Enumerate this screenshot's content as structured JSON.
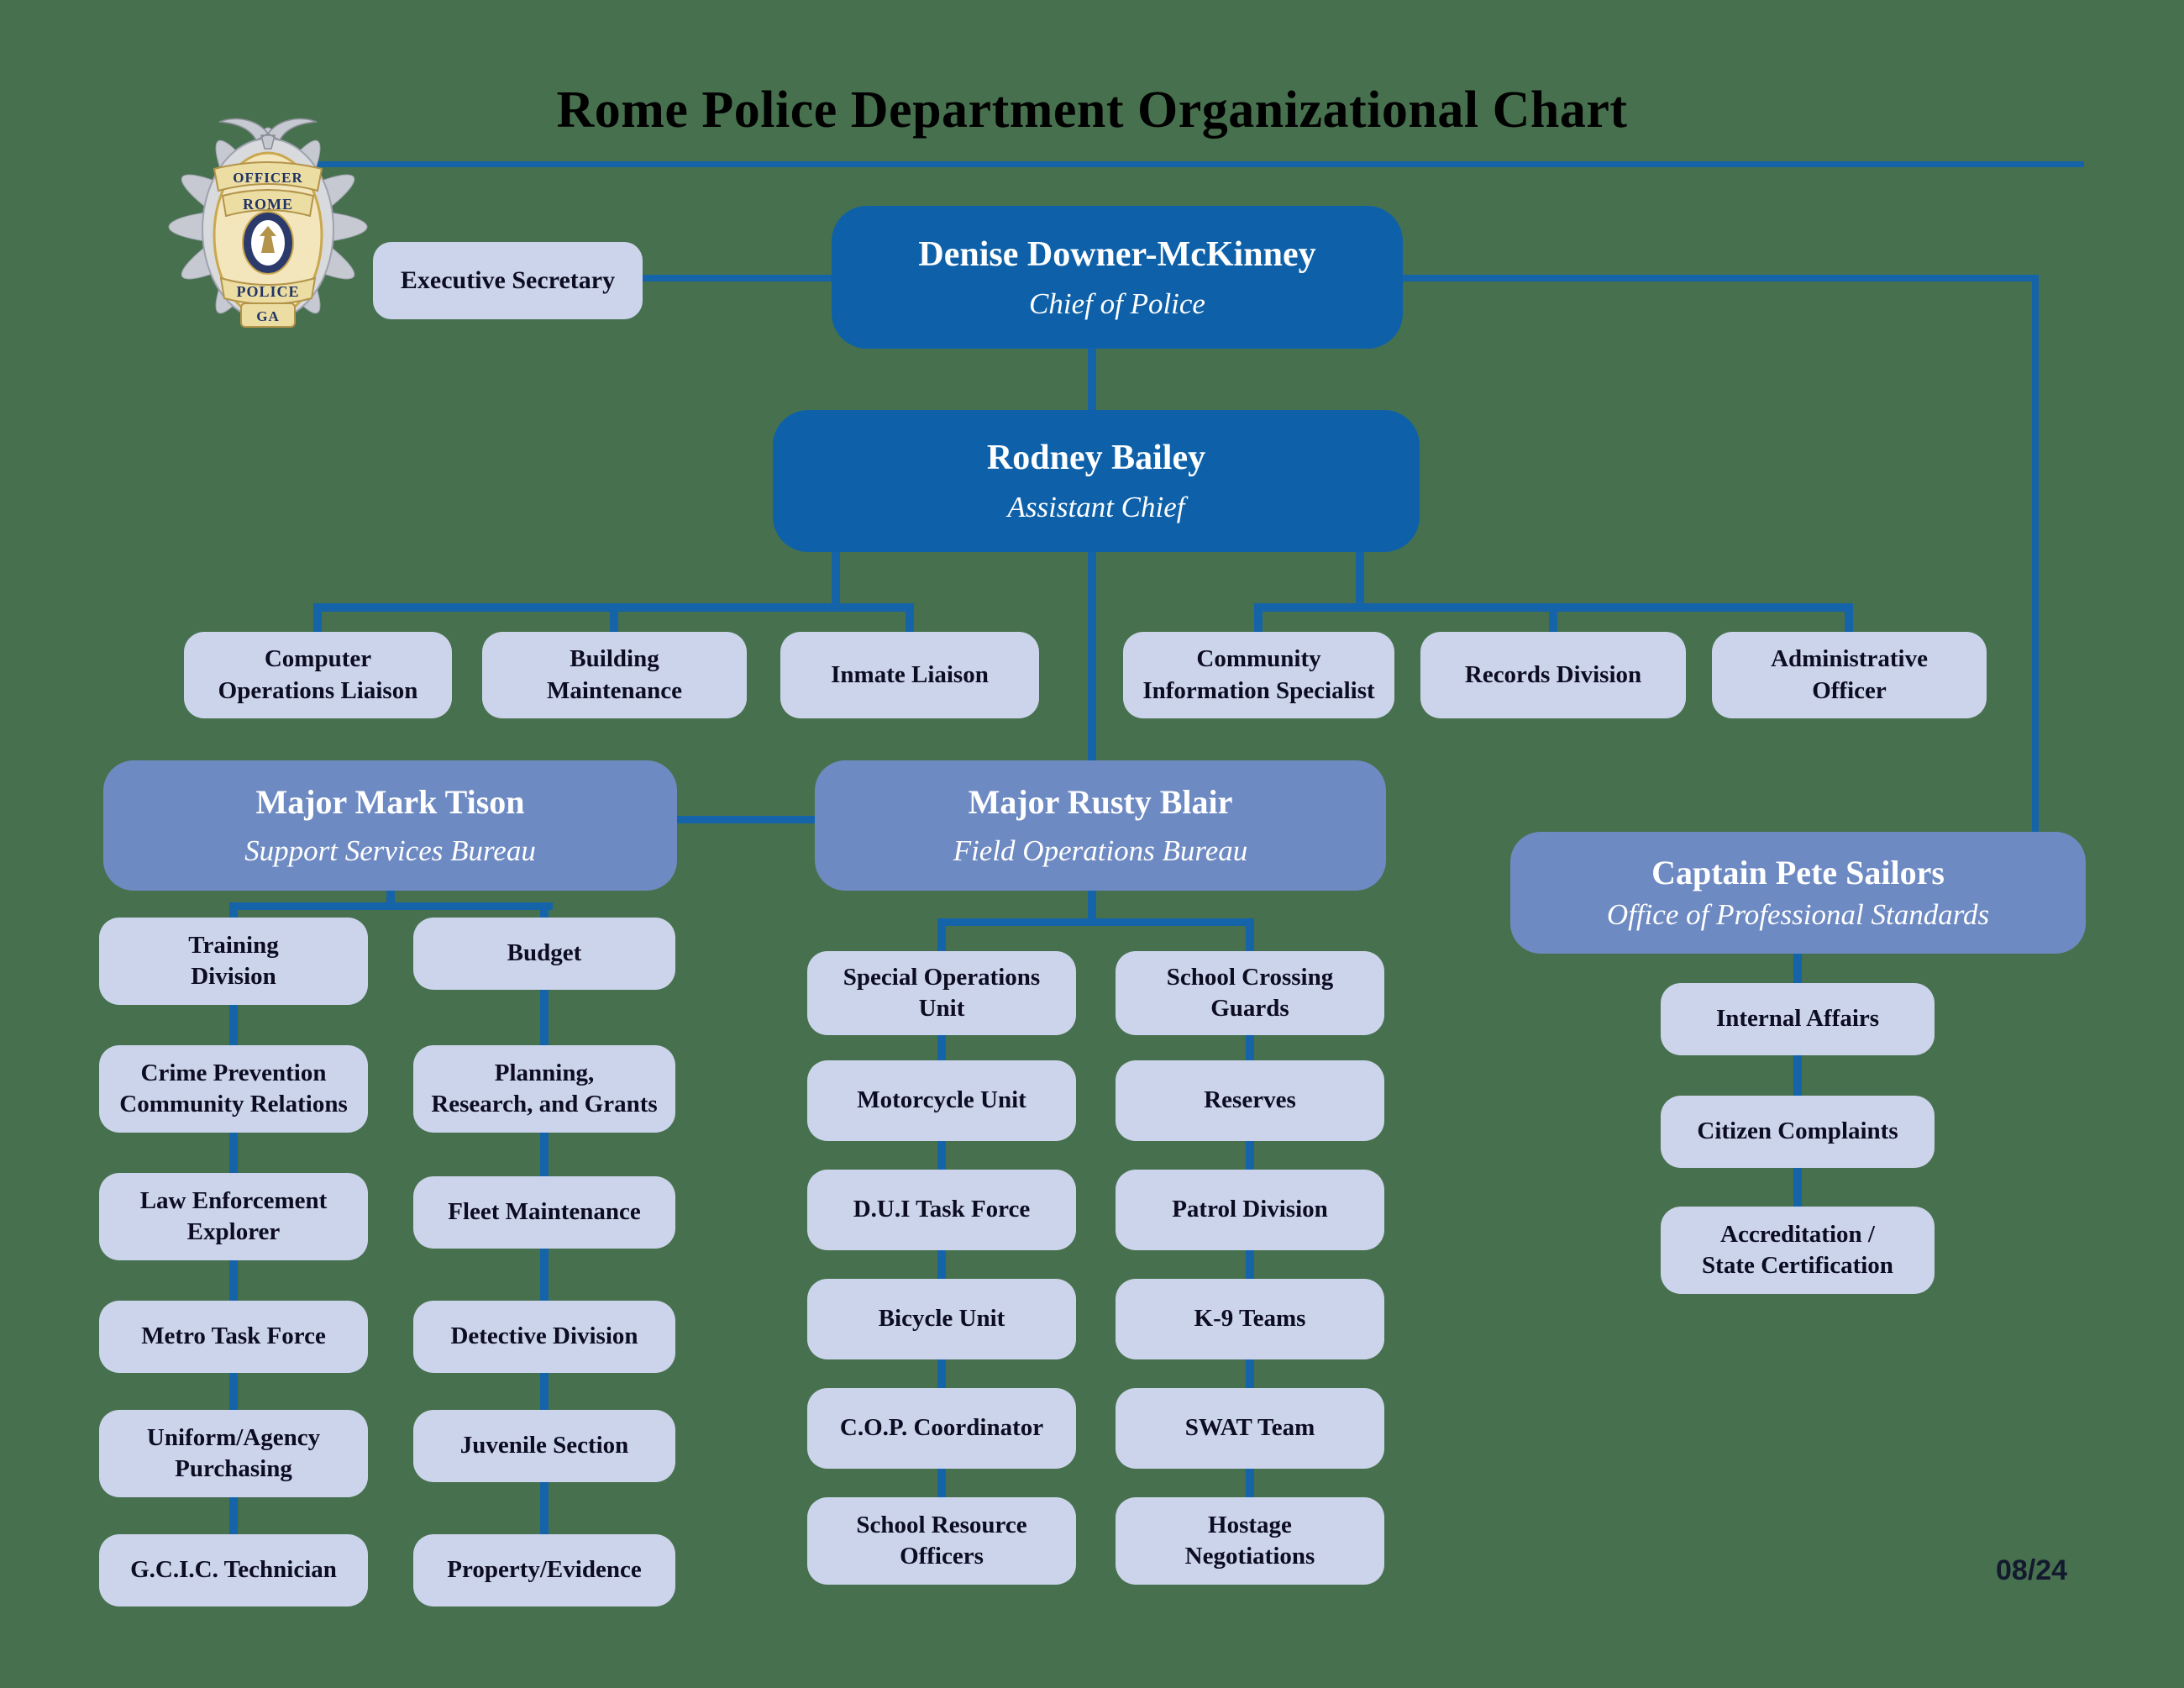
{
  "title": "Rome Police Department Organizational Chart",
  "footer": {
    "date": "08/24"
  },
  "badge": {
    "banner_top": "OFFICER",
    "banner_rome": "ROME",
    "banner_police": "POLICE",
    "banner_ga": "GA"
  },
  "colors": {
    "background": "#47714e",
    "connector": "#1563a8",
    "box_dark_blue": "#0e61a9",
    "box_medium_blue": "#6e8ac3",
    "box_light": "#ccd4eb",
    "text_navy": "#0c0c22",
    "title_color": "#000000"
  },
  "leaders": {
    "chief": {
      "name": "Denise Downer-McKinney",
      "role": "Chief of Police"
    },
    "assistant_chief": {
      "name": "Rodney Bailey",
      "role": "Assistant Chief"
    },
    "support_major": {
      "name": "Major Mark Tison",
      "role": "Support Services Bureau"
    },
    "field_major": {
      "name": "Major Rusty Blair",
      "role": "Field Operations Bureau"
    },
    "standards_captain": {
      "name": "Captain Pete Sailors",
      "role": "Office of Professional Standards"
    }
  },
  "staff": {
    "executive_secretary": "Executive Secretary",
    "row": [
      "Computer\nOperations Liaison",
      "Building\nMaintenance",
      "Inmate Liaison",
      "Community\nInformation Specialist",
      "Records Division",
      "Administrative\nOfficer"
    ]
  },
  "columns": {
    "support_left": [
      "Training\nDivision",
      "Crime Prevention\nCommunity Relations",
      "Law Enforcement\nExplorer",
      "Metro Task Force",
      "Uniform/Agency\nPurchasing",
      "G.C.I.C. Technician"
    ],
    "support_right": [
      "Budget",
      "Planning,\nResearch, and Grants",
      "Fleet Maintenance",
      "Detective Division",
      "Juvenile Section",
      "Property/Evidence"
    ],
    "field_left": [
      "Special Operations\nUnit",
      "Motorcycle Unit",
      "D.U.I Task Force",
      "Bicycle Unit",
      "C.O.P. Coordinator",
      "School Resource\nOfficers"
    ],
    "field_right": [
      "School Crossing\nGuards",
      "Reserves",
      "Patrol Division",
      "K-9 Teams",
      "SWAT Team",
      "Hostage\nNegotiations"
    ],
    "standards": [
      "Internal Affairs",
      "Citizen Complaints",
      "Accreditation /\nState Certification"
    ]
  }
}
